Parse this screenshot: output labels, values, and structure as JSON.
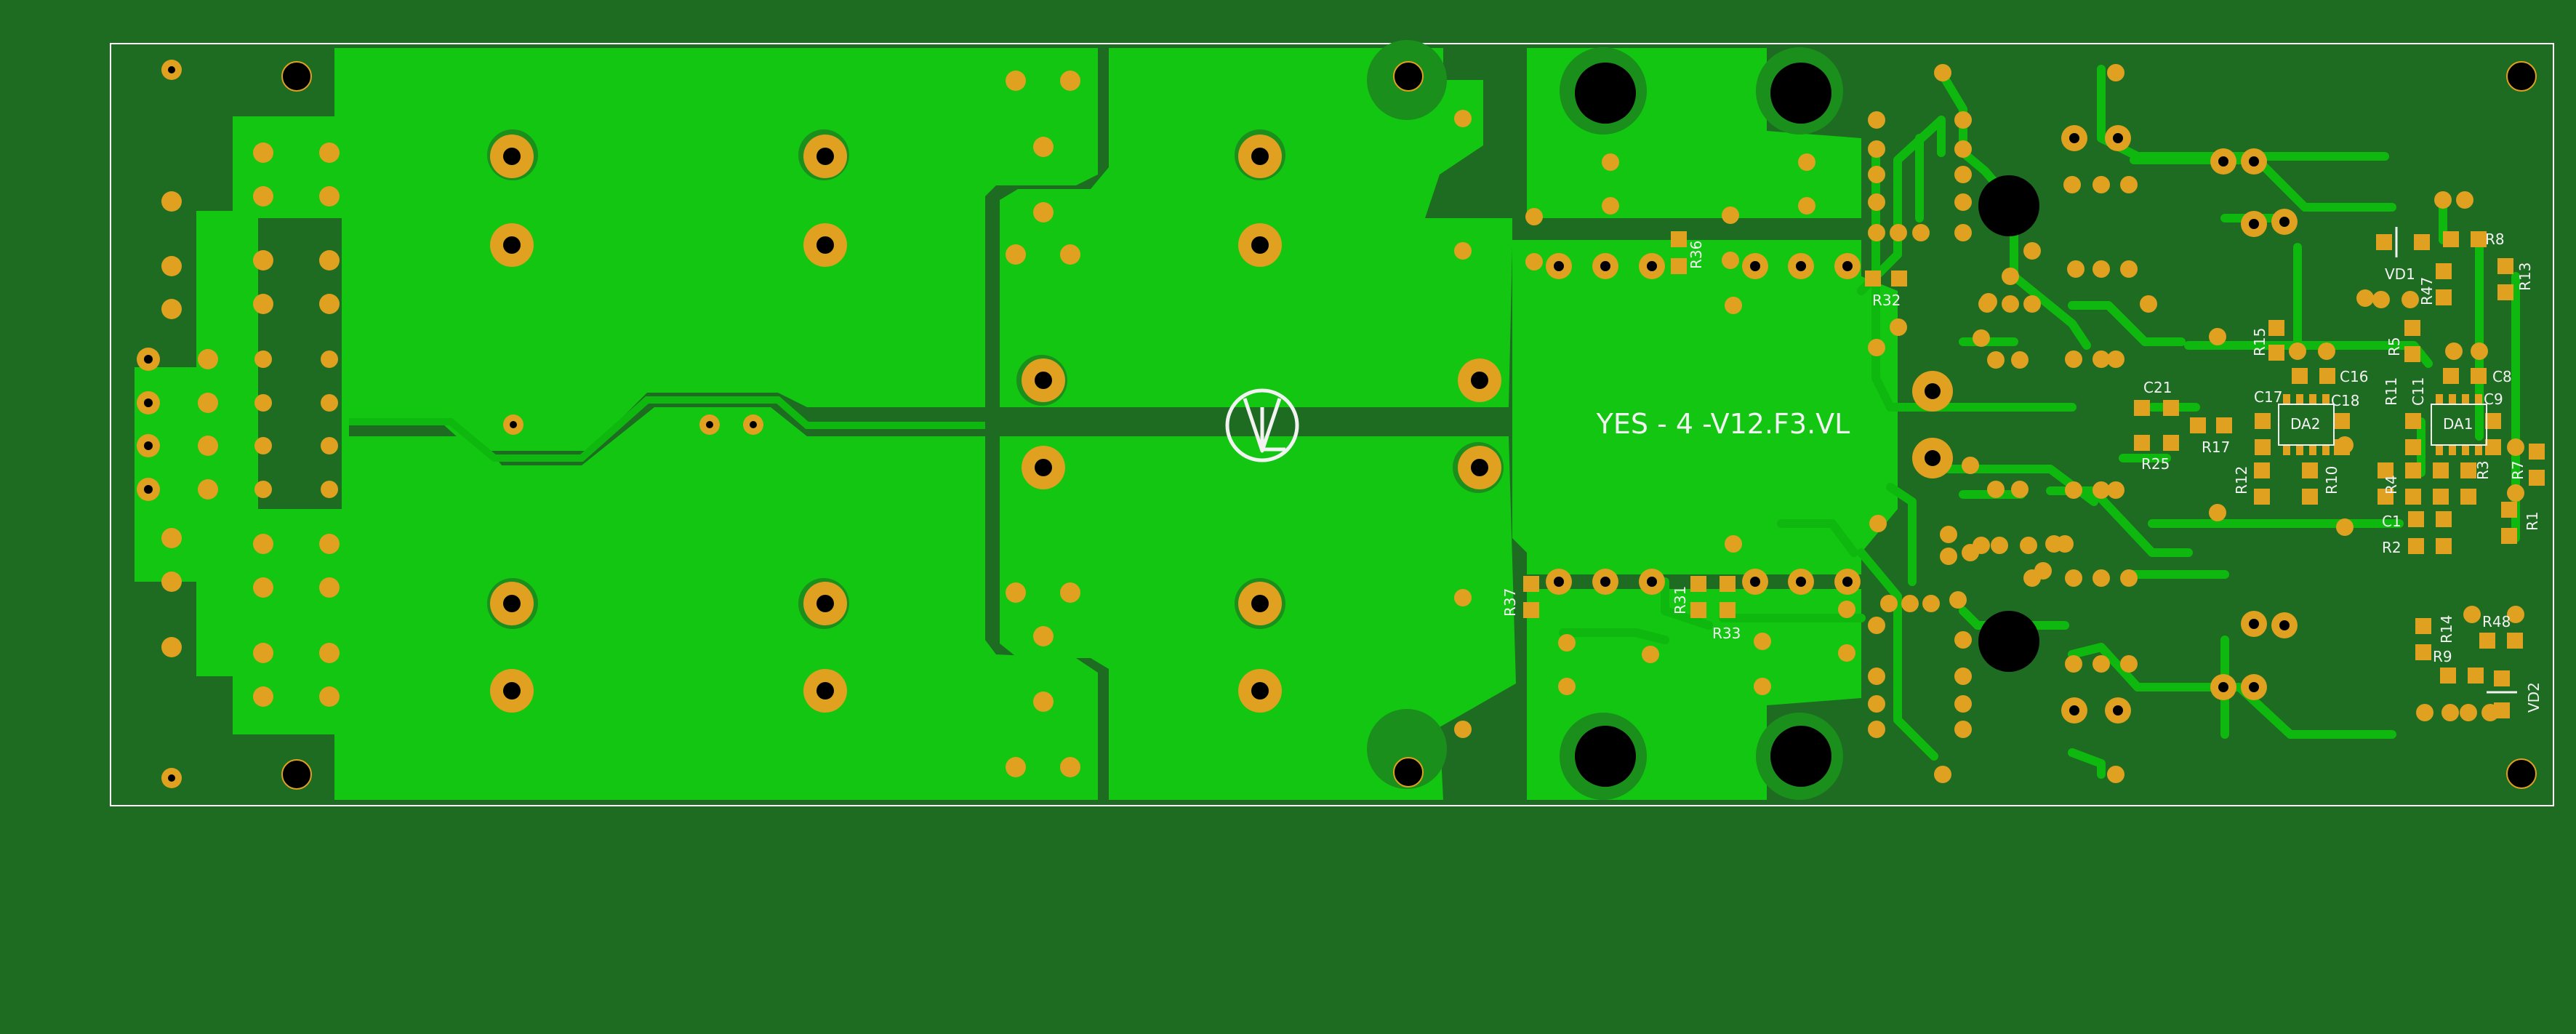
{
  "board": {
    "title": "YES - 4 -V12.F3.VL",
    "logo_glyph": "VL",
    "colors": {
      "background": "#1e6b22",
      "copper_pour": "#12c612",
      "trace": "#0fb80f",
      "pad": "#e0a020",
      "outline": "#ffffff",
      "silk": "#f2f2f2"
    }
  },
  "components": {
    "R1": "R1",
    "R2": "R2",
    "R3": "R3",
    "R4": "R4",
    "R5": "R5",
    "R7": "R7",
    "R8": "R8",
    "R9": "R9",
    "R10": "R10",
    "R11": "R11",
    "R12": "R12",
    "R13": "R13",
    "R14": "R14",
    "R15": "R15",
    "R17": "R17",
    "R25": "R25",
    "R31": "R31",
    "R32": "R32",
    "R33": "R33",
    "R36": "R36",
    "R37": "R37",
    "R47": "R47",
    "R48": "R48",
    "C1": "C1",
    "C8": "C8",
    "C9": "C9",
    "C11": "C11",
    "C16": "C16",
    "C17": "C17",
    "C18": "C18",
    "C21": "C21",
    "DA1": "DA1",
    "DA2": "DA2",
    "VD1": "VD1",
    "VD2": "VD2"
  }
}
